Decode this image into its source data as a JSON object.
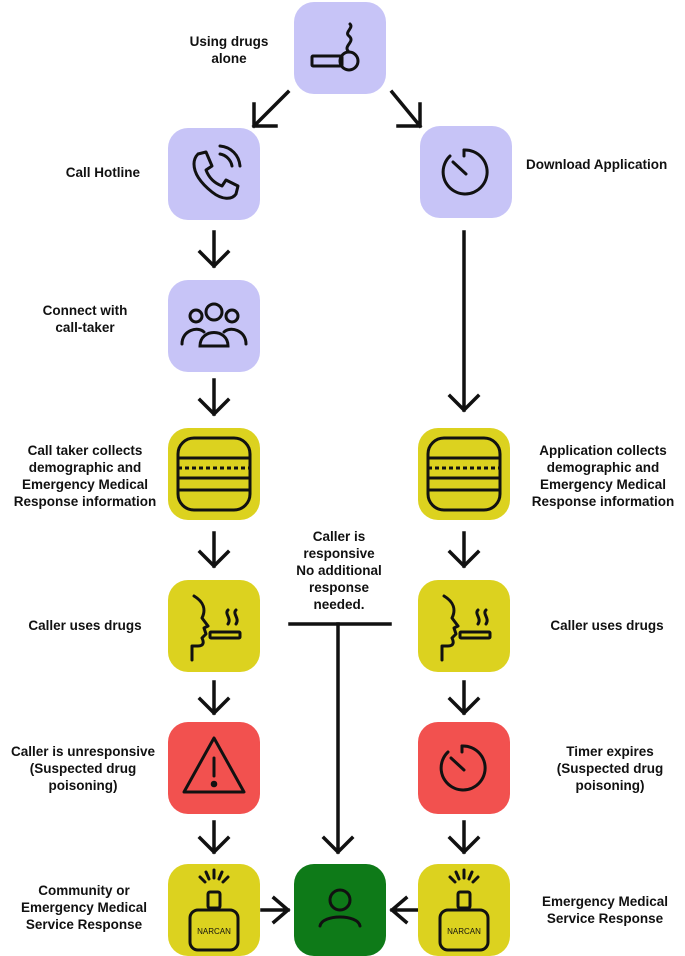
{
  "nodes": {
    "start": {
      "label": "Using drugs\nalone",
      "icon": "smoking-pipe-icon"
    },
    "hotline": {
      "label": "Call Hotline",
      "icon": "phone-icon"
    },
    "app": {
      "label": "Download Application",
      "icon": "timer-icon"
    },
    "calltaker": {
      "label": "Connect with\ncall-taker",
      "icon": "group-icon"
    },
    "collect_left": {
      "label": "Call taker collects\ndemographic and\nEmergency Medical\nResponse information",
      "icon": "form-icon"
    },
    "collect_right": {
      "label": "Application collects\ndemographic and\nEmergency Medical\nResponse information",
      "icon": "form-icon"
    },
    "uses_left": {
      "label": "Caller uses drugs",
      "icon": "smoking-person-icon"
    },
    "uses_right": {
      "label": "Caller uses drugs",
      "icon": "smoking-person-icon"
    },
    "unresponsive": {
      "label": "Caller is unresponsive\n(Suspected drug\npoisoning)",
      "icon": "warning-icon"
    },
    "timer_expires": {
      "label": "Timer expires\n(Suspected drug\npoisoning)",
      "icon": "timer-icon"
    },
    "response_left": {
      "label": "Community or\nEmergency Medical\nService Response",
      "icon": "narcan-spray-icon",
      "device_label": "NARCAN"
    },
    "response_right": {
      "label": "Emergency Medical\nService Response",
      "icon": "narcan-spray-icon",
      "device_label": "NARCAN"
    },
    "outcome": {
      "label": "",
      "icon": "person-icon"
    },
    "responsive_note": {
      "label": "Caller is\nresponsive\nNo additional\nresponse\nneeded."
    }
  },
  "colors": {
    "purple": "#c7c4f7",
    "yellow": "#dcd21f",
    "red": "#f2514f",
    "green": "#0e7a18"
  }
}
